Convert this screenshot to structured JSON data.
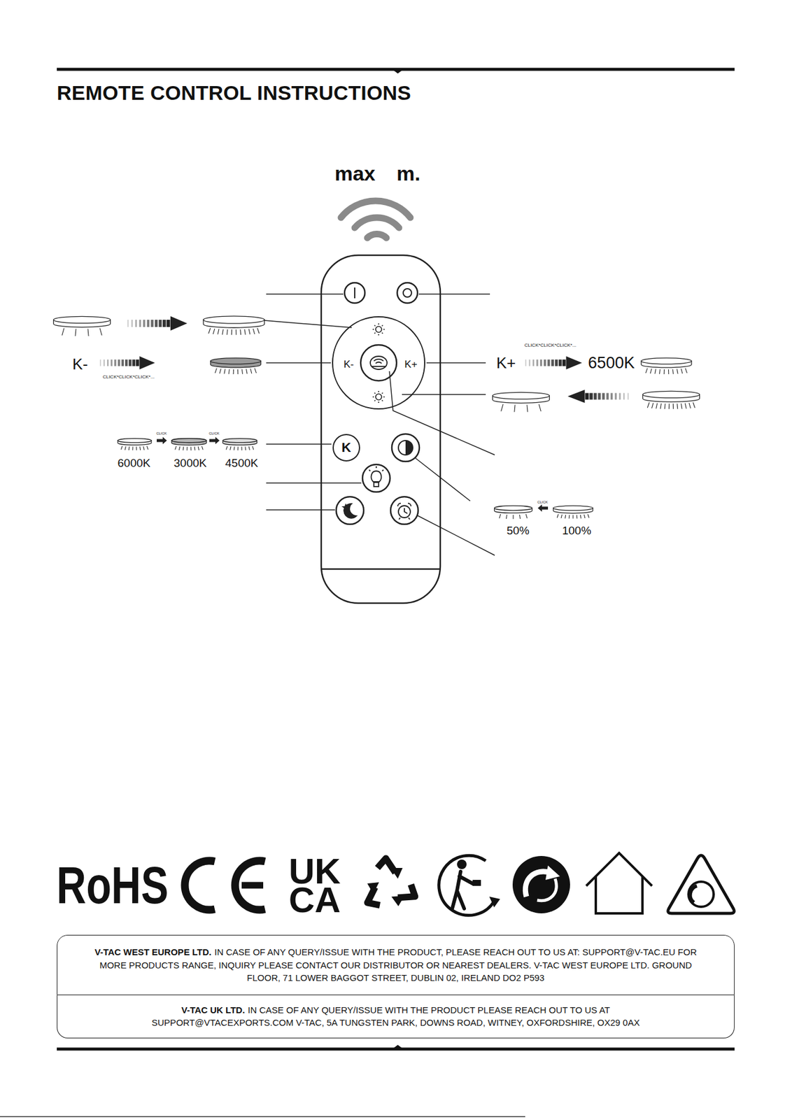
{
  "diagram": {
    "title": "REMOTE CONTROL INSTRUCTIONS",
    "nodes": [
      {
        "text": [
          "K-",
          "K+"
        ]
      },
      {
        "text": [
          "K"
        ]
      },
      {
        "text": [
          "V-TAC WEST EUROPE LTD.",
          "IN CASE OF ANY QUERY/ISSUE WITH THE PRODUCT, PLEASE REACH OUT TO US AT: SUPPORT@V-TAC.EU FOR MORE PRODUCTS RANGE, INQUIRY PLEASE CONTACT OUR DISTRIBUTOR OR NEAREST DEALERS. V-TAC WEST EUROPE LTD. GROUND FLOOR, 71 LOWER BAGGOT STREET, DUBLIN 02, IRELAND DO2 P593"
        ]
      },
      {
        "text": [
          "V-TAC UK LTD.",
          "IN CASE OF ANY QUERY/ISSUE WITH THE PRODUCT PLEASE REACH OUT TO US AT SUPPORT@VTACEXPORTS.COM V-TAC, 5A TUNGSTEN PARK, DOWNS ROAD, WITNEY, OXFORDSHIRE, OX29 0AX"
        ]
      }
    ],
    "labels": [
      "max m.",
      "K-",
      "CLICK*CLICK*CLICK*...",
      "CLICK*CLICK*CLICK*...",
      "K+",
      "6500K",
      "CLICK",
      "CLICK",
      "6000K",
      "3000K",
      "4500K",
      "CLICK",
      "50%",
      "100%",
      "RoHS",
      "UK",
      "CA"
    ]
  }
}
